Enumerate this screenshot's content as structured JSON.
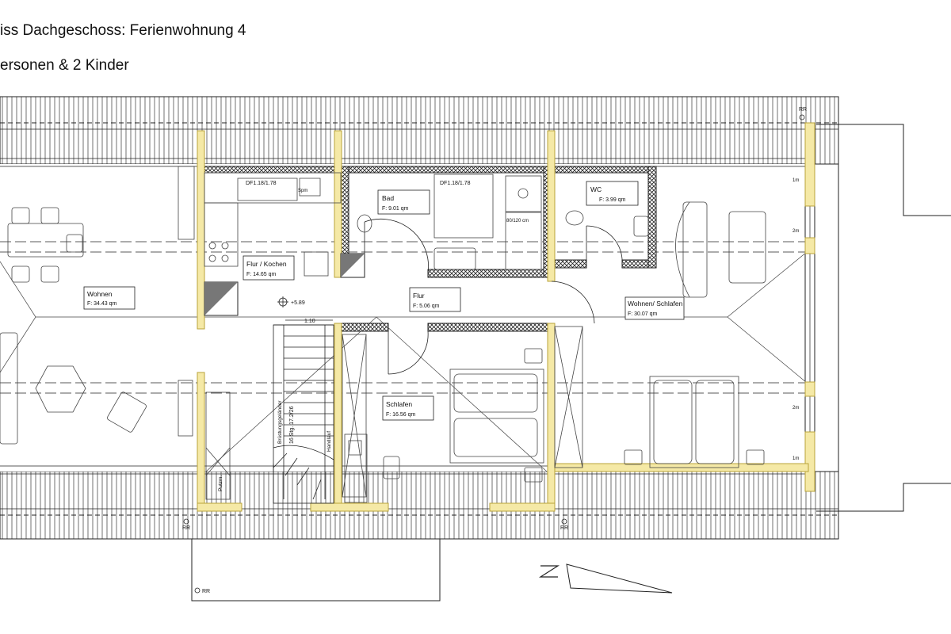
{
  "title_line1": "iss Dachgeschoss: Ferienwohnung 4",
  "title_line2": "ersonen & 2 Kinder",
  "rooms": [
    {
      "name": "Wohnen",
      "area": "F: 34.43 qm"
    },
    {
      "name": "Flur / Kochen",
      "area": "F: 14.65 qm"
    },
    {
      "name": "Bad",
      "area": "F: 9.01 qm"
    },
    {
      "name": "WC",
      "area": "F: 3.99 qm"
    },
    {
      "name": "Flur",
      "area": "F: 5.06 qm"
    },
    {
      "name": "Wohnen/ Schlafen",
      "area": "F: 30.07 qm"
    },
    {
      "name": "Schlafen",
      "area": "F: 16.56 qm"
    }
  ],
  "annotations": {
    "df1": "DF1.18/1.78",
    "df2": "DF1.18/1.78",
    "spm": "Spm",
    "shower": "80/120 cm",
    "level": "+5.89",
    "stair_width": "1.10",
    "stair_steps": "16 Stg. 17.2/26",
    "bruestung": "Brüstungsgeländer",
    "handlauf": "Handlauf",
    "putzm": "Putzm.",
    "rr": "RR",
    "m1": "1m",
    "m2": "2m"
  },
  "colors": {
    "line": "#222222",
    "wall_fill": "#ffffff",
    "timber": "#f5e9a6",
    "timber_stroke": "#b9a33a",
    "gray_fill": "#777777"
  }
}
